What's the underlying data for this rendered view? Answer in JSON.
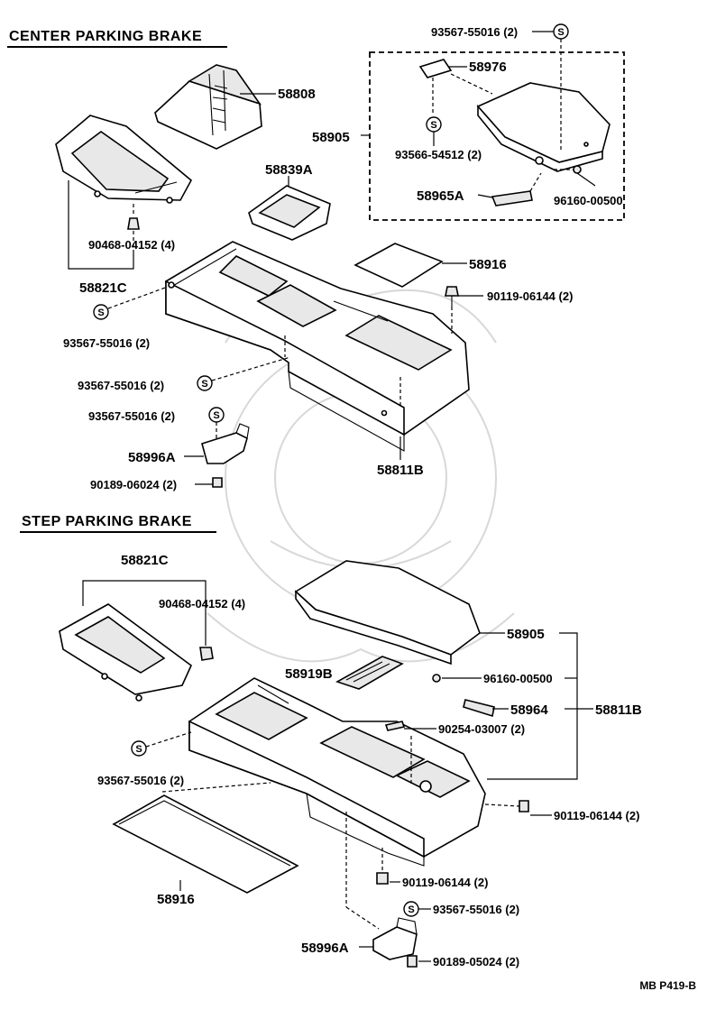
{
  "sections": {
    "center_heading": "CENTER PARKING BRAKE",
    "step_heading": "STEP PARKING BRAKE"
  },
  "symbol_s": "S",
  "reference_code": "MB P419-B",
  "center_labels": {
    "l_93567_top": "93567-55016 (2)",
    "l_58976": "58976",
    "l_58808": "58808",
    "l_58905": "58905",
    "l_93566": "93566-54512 (2)",
    "l_58839A": "58839A",
    "l_58965A": "58965A",
    "l_96160": "96160-00500",
    "l_90468": "90468-04152 (4)",
    "l_58916": "58916",
    "l_58821C": "58821C",
    "l_90119": "90119-06144 (2)",
    "l_93567_left": "93567-55016 (2)",
    "l_93567_a": "93567-55016 (2)",
    "l_93567_b": "93567-55016 (2)",
    "l_58996A": "58996A",
    "l_58811B": "58811B",
    "l_90189": "90189-06024 (2)"
  },
  "step_labels": {
    "l_58821C": "58821C",
    "l_90468": "90468-04152 (4)",
    "l_58905": "58905",
    "l_58919B": "58919B",
    "l_96160": "96160-00500",
    "l_58964": "58964",
    "l_58811B": "58811B",
    "l_90254": "90254-03007 (2)",
    "l_93567_left": "93567-55016 (2)",
    "l_90119_right": "90119-06144 (2)",
    "l_58916": "58916",
    "l_90119_bottom": "90119-06144 (2)",
    "l_93567_bottom": "93567-55016 (2)",
    "l_58996A": "58996A",
    "l_90189": "90189-05024 (2)"
  }
}
